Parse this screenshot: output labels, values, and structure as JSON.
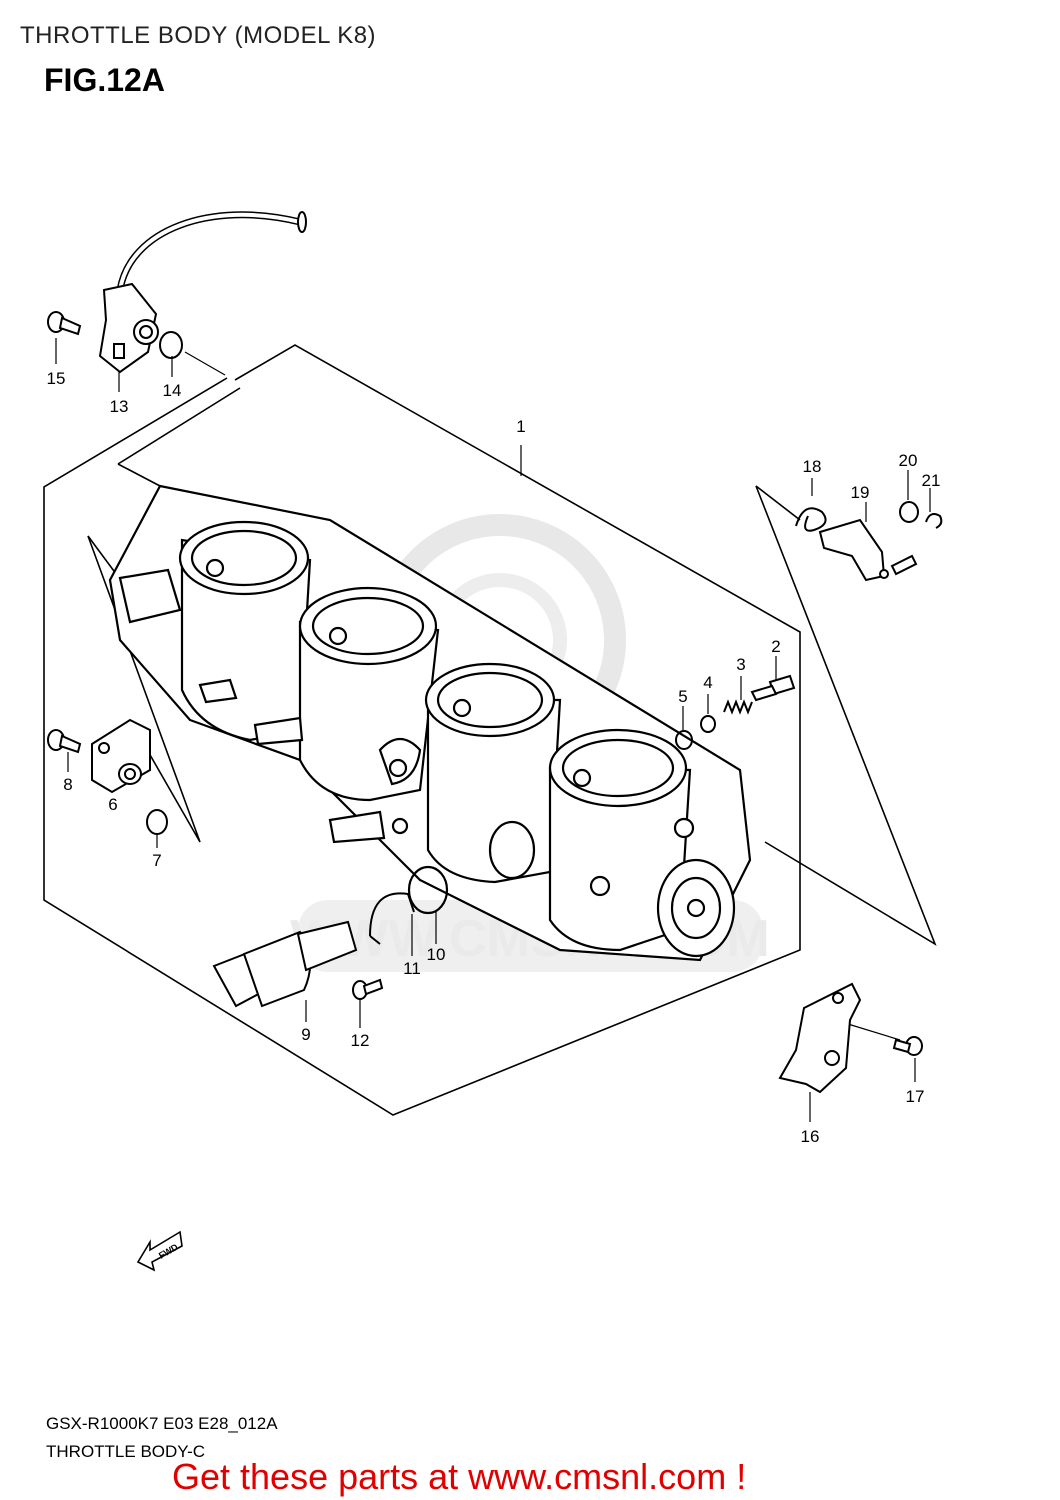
{
  "header": "THROTTLE BODY (MODEL K8)",
  "figure_label": "FIG.12A",
  "watermark": "WWW.CMSNL.COM",
  "fwd_label": "FWD",
  "footer": {
    "model_code": "GSX-R1000K7 E03 E28_012A",
    "group_name": "THROTTLE BODY-C"
  },
  "promo_text": "Get these parts at www.cmsnl.com !",
  "callouts": [
    "1",
    "2",
    "3",
    "4",
    "5",
    "6",
    "7",
    "8",
    "9",
    "10",
    "11",
    "12",
    "13",
    "14",
    "15",
    "16",
    "17",
    "18",
    "19",
    "20",
    "21"
  ]
}
